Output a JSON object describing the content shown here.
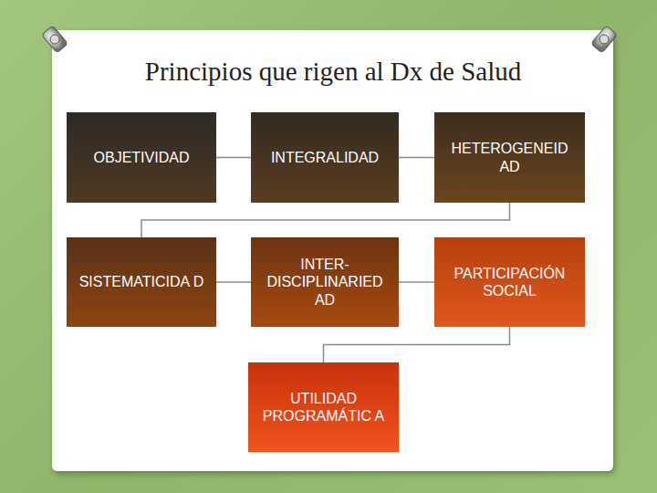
{
  "diagram": {
    "title": "Principios que rigen al Dx de Salud",
    "nodes": [
      {
        "text": [
          "OBJETIVIDAD"
        ]
      },
      {
        "text": [
          "INTEGRALIDAD"
        ]
      },
      {
        "text": [
          "HETEROGENEID AD"
        ]
      },
      {
        "text": [
          "SISTEMATICIDA D"
        ]
      },
      {
        "text": [
          "INTER- DISCIPLINARIED AD"
        ]
      },
      {
        "text": [
          "PARTICIPACIÓN SOCIAL"
        ]
      },
      {
        "text": [
          "UTILIDAD PROGRAMÁTIC A"
        ]
      }
    ],
    "edges": [
      {
        "from": 0,
        "to": 1,
        "arrow": "none"
      },
      {
        "from": 1,
        "to": 2,
        "arrow": "none"
      },
      {
        "from": 2,
        "to": 3,
        "arrow": "none"
      },
      {
        "from": 3,
        "to": 4,
        "arrow": "none"
      },
      {
        "from": 4,
        "to": 5,
        "arrow": "none"
      },
      {
        "from": 5,
        "to": 6,
        "arrow": "none"
      }
    ]
  }
}
